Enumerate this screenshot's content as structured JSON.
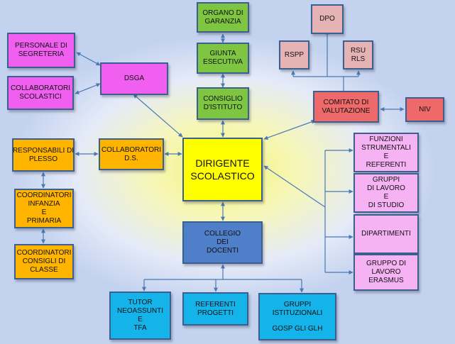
{
  "nodes": {
    "organo_di_garanzia": [
      "ORGANO DI",
      "GARANZIA"
    ],
    "giunta_esecutiva": [
      "GIUNTA",
      "ESECUTIVA"
    ],
    "consiglio_istituto": [
      "CONSIGLIO",
      "D'ISTITUTO"
    ],
    "dpo": [
      "DPO"
    ],
    "rspp": [
      "RSPP"
    ],
    "rsu_rls": [
      "RSU",
      "RLS"
    ],
    "comitato_valutazione": [
      "COMITATO DI",
      "VALUTAZIONE"
    ],
    "niv": [
      "NIV"
    ],
    "personale_segreteria": [
      "PERSONALE DI",
      "SEGRETERIA"
    ],
    "collaboratori_scolastici": [
      "COLLABORATORI",
      "SCOLASTICI"
    ],
    "dsga": [
      "DSGA"
    ],
    "responsabili_plesso": [
      "RESPONSABILI DI",
      "PLESSO"
    ],
    "collaboratori_ds": [
      "COLLABORATORI",
      "D.S."
    ],
    "dirigente": [
      "DIRIGENTE",
      "SCOLASTICO"
    ],
    "coordinatori_infanzia": [
      "COORDINATORI",
      "INFANZIA",
      "E",
      "PRIMARIA"
    ],
    "coordinatori_consigli": [
      "COORDINATORI",
      "CONSIGLI DI",
      "CLASSE"
    ],
    "collegio_docenti": [
      "COLLEGIO",
      "DEI",
      "DOCENTI"
    ],
    "funzioni_strumentali": [
      "FUNZIONI",
      "STRUMENTALI",
      "E",
      "REFERENTI"
    ],
    "gruppi_lavoro_studio": [
      "GRUPPI",
      "DI LAVORO",
      "E",
      "DI STUDIO"
    ],
    "dipartimenti": [
      "DIPARTIMENTI"
    ],
    "gruppo_erasmus": [
      "GRUPPO DI",
      "LAVORO",
      "ERASMUS"
    ],
    "tutor_neoassunti": [
      "TUTOR",
      "NEOASSUNTI",
      "E",
      "TFA"
    ],
    "referenti_progetti": [
      "REFERENTI",
      "PROGETTI"
    ],
    "gruppi_istituzionali": [
      "GRUPPI",
      "ISTITUZIONALI",
      "",
      "GOSP GLI GLH"
    ]
  }
}
